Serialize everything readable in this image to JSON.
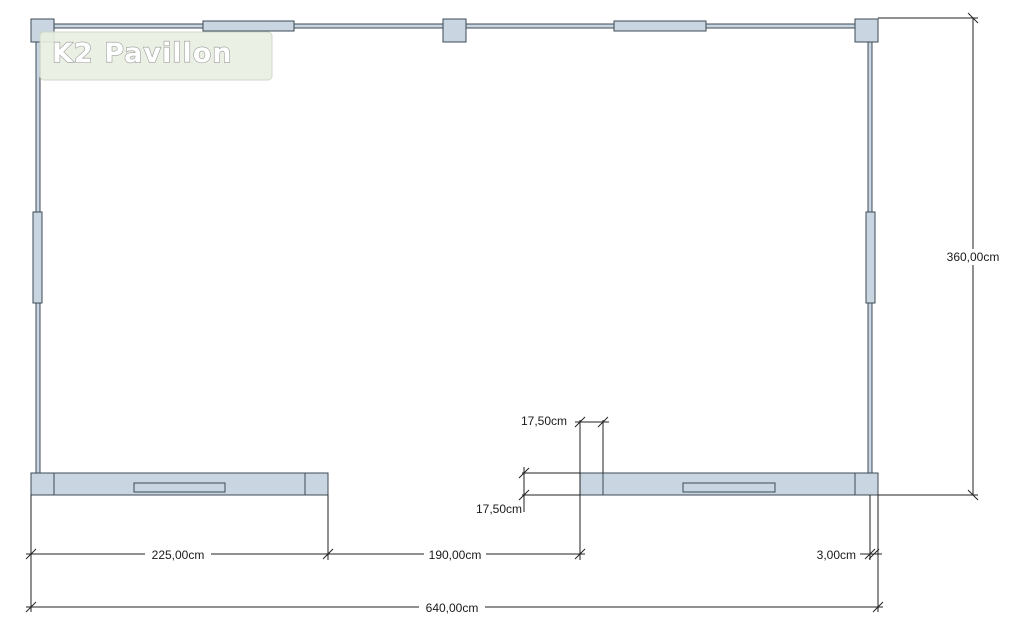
{
  "logo": {
    "text": "K2 Pavillon",
    "colors": {
      "fill": "#ffffff",
      "outline": "#9a9a9a",
      "panel": "#e9efe1"
    }
  },
  "dimensions": {
    "height": "360,00cm",
    "left_opening": "225,00cm",
    "middle_opening": "190,00cm",
    "post_gap": "3,00cm",
    "total_width": "640,00cm",
    "glass_offset_top": "17,50cm",
    "glass_offset_bottom": "17,50cm"
  },
  "colors": {
    "frame_fill": "#c9d6e1",
    "frame_stroke": "#3c4a55",
    "dimension_line": "#222222"
  }
}
